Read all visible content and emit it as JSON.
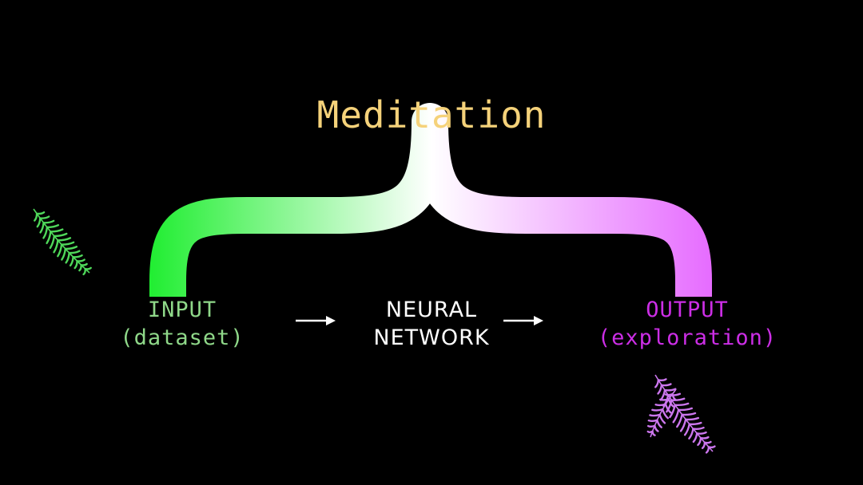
{
  "title": "Meditation",
  "nodes": {
    "input": {
      "line1": "INPUT",
      "line2": "(dataset)"
    },
    "network": {
      "line1": "NEURAL",
      "line2": "NETWORK"
    },
    "output": {
      "line1": "OUTPUT",
      "line2": "(exploration)"
    }
  },
  "colors": {
    "background": "#000000",
    "title": "#f5d27a",
    "input_text": "#8fd889",
    "network_text": "#ffffff",
    "output_text": "#cc2ee6",
    "arrow": "#ffffff",
    "brace_left": "#22ee33",
    "brace_mid": "#ffffff",
    "brace_right": "#e66cff",
    "fern_left": "#4fd85a",
    "fern_right": "#cc77ee"
  },
  "decorations": {
    "left": "fern-icon",
    "right": "fern-icon"
  }
}
